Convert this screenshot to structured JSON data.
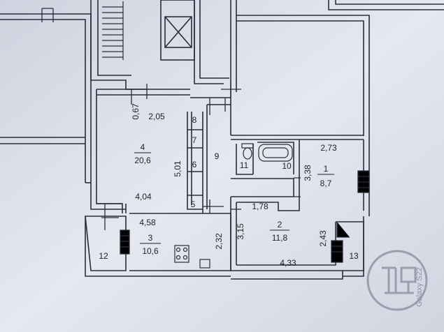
{
  "rooms": [
    {
      "id": "room-1",
      "number": "1",
      "area": "8,7"
    },
    {
      "id": "room-2",
      "number": "2",
      "area": "11,8"
    },
    {
      "id": "room-3",
      "number": "3",
      "area": "10,6"
    },
    {
      "id": "room-4",
      "number": "4",
      "area": "20,6"
    }
  ],
  "spaces": {
    "s5": "5",
    "s6": "6",
    "s7": "7",
    "s8": "8",
    "s9": "9",
    "s10": "10",
    "s11": "11",
    "s12": "12",
    "s13": "13"
  },
  "dimensions": {
    "d067": "0,67",
    "d205": "2,05",
    "d501": "5,01",
    "d404": "4,04",
    "d458": "4,58",
    "d232": "2,32",
    "d273": "2,73",
    "d338": "3,38",
    "d178": "1,78",
    "d315": "3,15",
    "d433": "4,33",
    "d243": "2,43"
  },
  "watermark": {
    "device": "Galaxy S22"
  }
}
